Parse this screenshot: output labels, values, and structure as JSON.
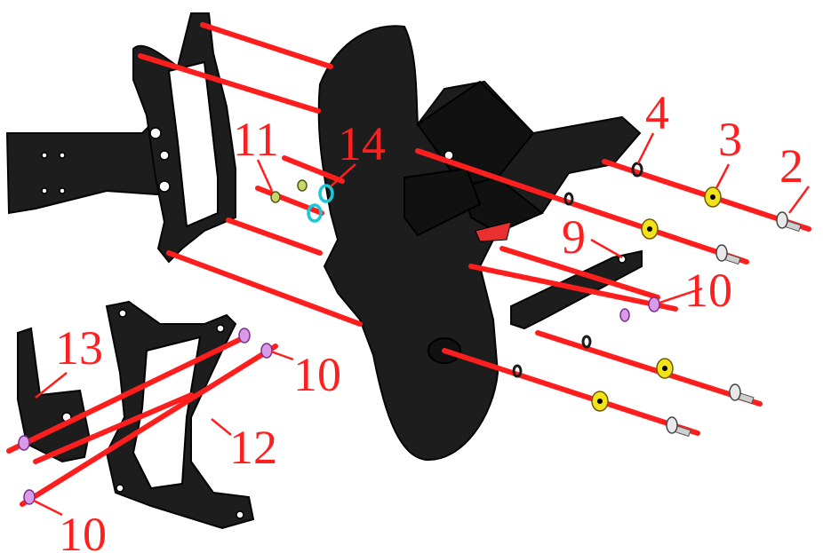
{
  "diagram": {
    "type": "exploded-parts-assembly",
    "callouts": [
      {
        "id": "c2",
        "label": "2"
      },
      {
        "id": "c3",
        "label": "3"
      },
      {
        "id": "c4",
        "label": "4"
      },
      {
        "id": "c9",
        "label": "9"
      },
      {
        "id": "c10a",
        "label": "10"
      },
      {
        "id": "c10b",
        "label": "10"
      },
      {
        "id": "c10c",
        "label": "10"
      },
      {
        "id": "c11",
        "label": "11"
      },
      {
        "id": "c12",
        "label": "12"
      },
      {
        "id": "c13",
        "label": "13"
      },
      {
        "id": "c14",
        "label": "14"
      }
    ],
    "colors": {
      "axis_lines": "#ff1e1e",
      "callout_text": "#ff1f1f",
      "parts": "#1d1d1d",
      "washer_yellow": "#f3e21a",
      "screw_purple": "#d79be8",
      "ring_cyan": "#18c8d8"
    }
  }
}
